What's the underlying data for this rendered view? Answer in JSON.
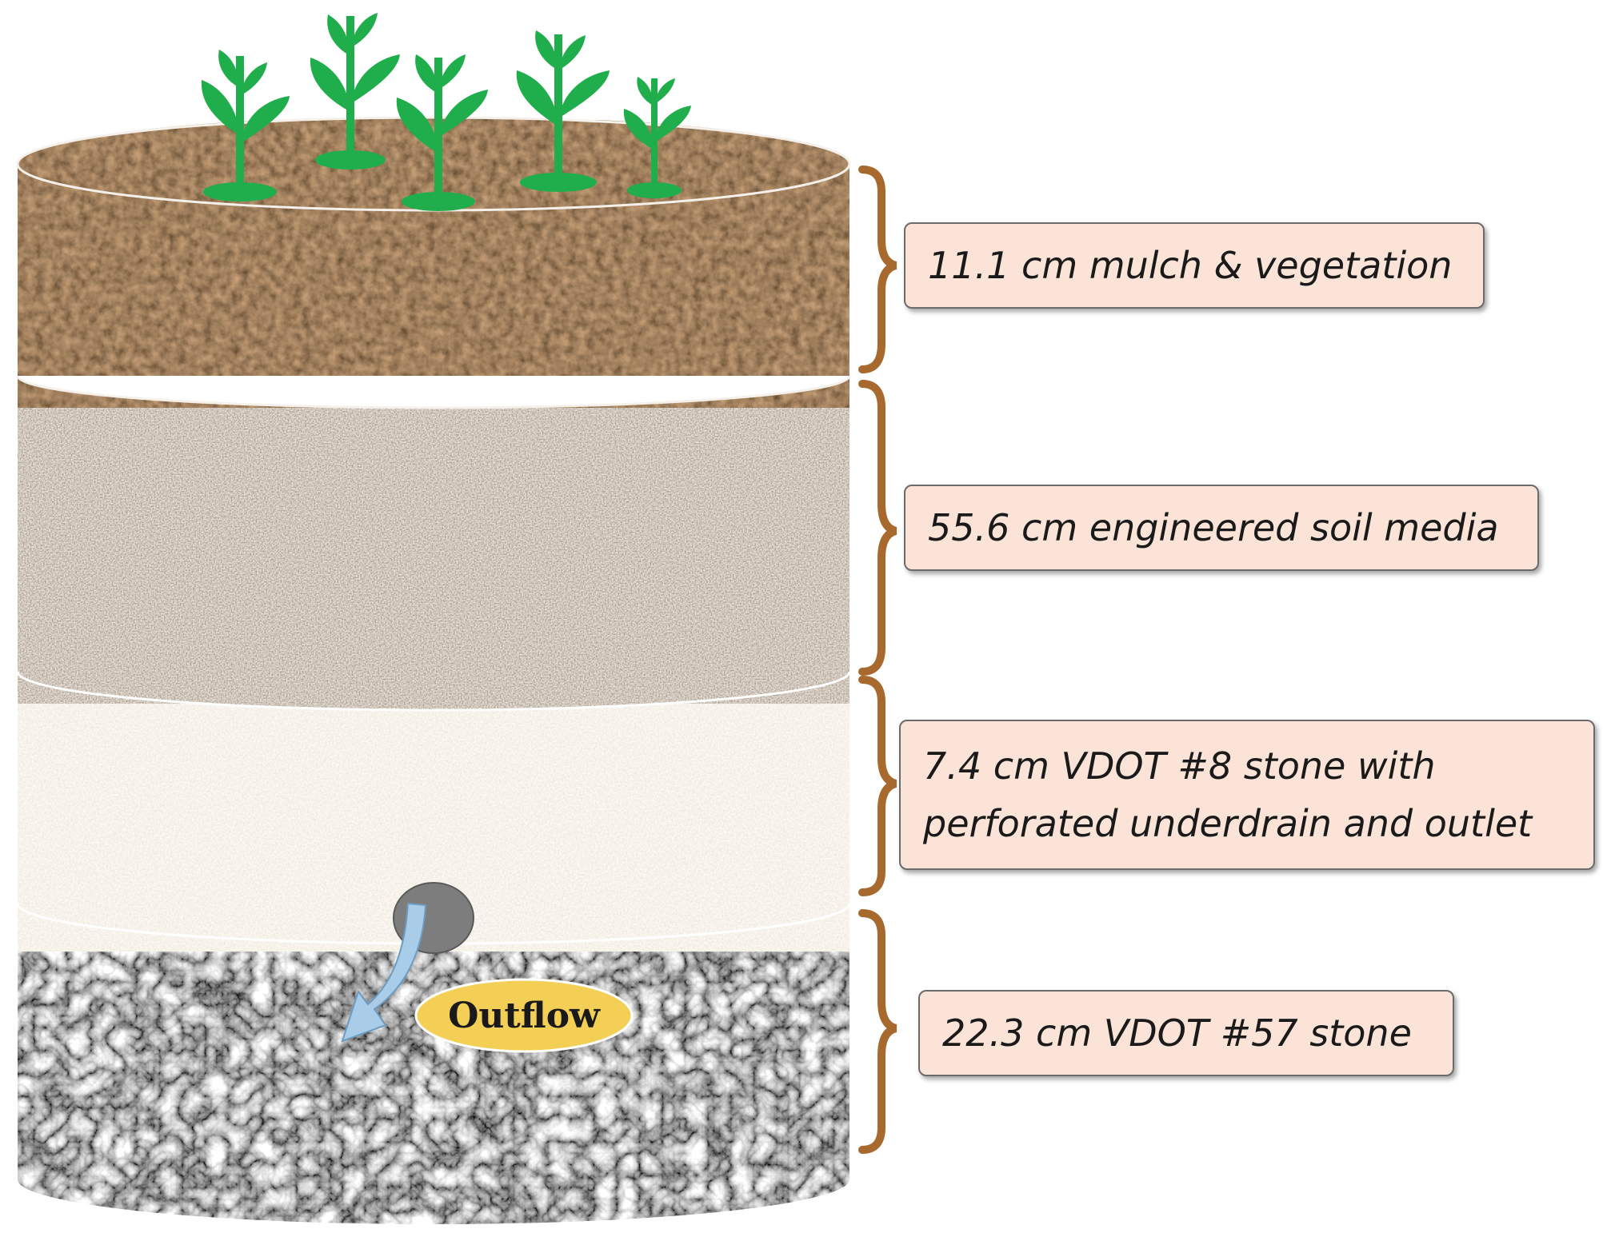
{
  "layers": [
    {
      "id": "mulch",
      "label": "11.1 cm mulch & vegetation"
    },
    {
      "id": "soil",
      "label": "55.6 cm engineered soil media"
    },
    {
      "id": "stone8",
      "label_line1": "7.4 cm VDOT #8 stone with",
      "label_line2": "perforated underdrain and outlet"
    },
    {
      "id": "stone57",
      "label": "22.3 cm VDOT #57 stone"
    }
  ],
  "outflow_label": "Outflow",
  "colors": {
    "mulch": "#4a2e1c",
    "soil": "#9c8d7f",
    "stone8": "#e9e1d3",
    "stone57": "#2a2a2a",
    "brace": "#a8692e",
    "label_bg": "#fbe3d7",
    "plant": "#1fae4b",
    "outflow_bg": "#f3cf55",
    "arrow": "#a9cde8"
  }
}
